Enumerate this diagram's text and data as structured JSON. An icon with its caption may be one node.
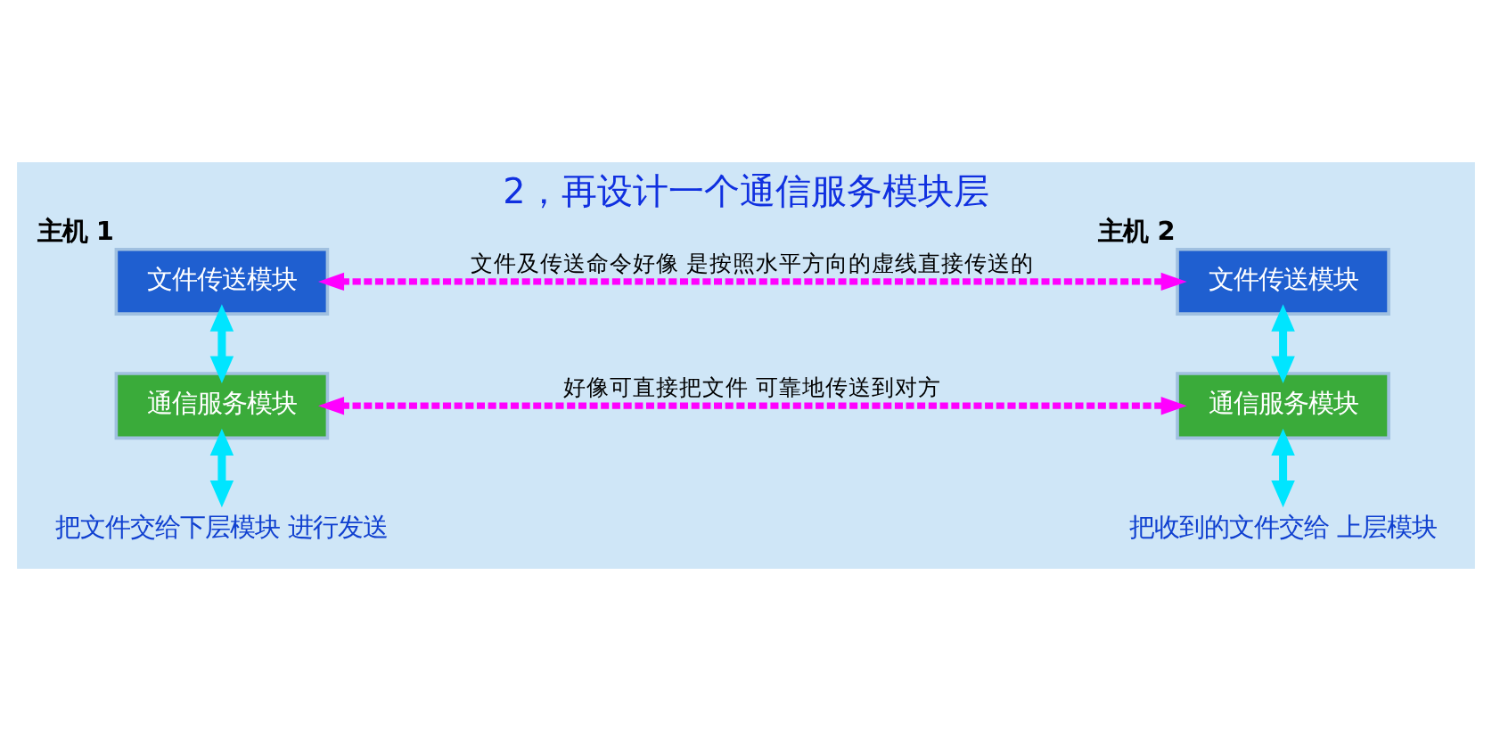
{
  "diagram": {
    "title": "2，再设计一个通信服务模块层",
    "nodes": [
      {
        "text": [
          "文件传送模块"
        ],
        "beside": [
          "主机 1"
        ]
      },
      {
        "text": [
          "通信服务模块"
        ]
      },
      {
        "text": [
          "文件传送模块"
        ],
        "beside": [
          "主机 2"
        ]
      },
      {
        "text": [
          "通信服务模块"
        ]
      },
      {
        "text": [
          "把文件交给下层模块 进行发送"
        ]
      },
      {
        "text": [
          "把收到的文件交给 上层模块"
        ]
      }
    ],
    "edges": [
      {
        "from": 0,
        "to": 1,
        "arrow": "both"
      },
      {
        "from": 0,
        "to": 2,
        "arrow": "both",
        "style": "dashed",
        "color": "#ff00ff",
        "label": "文件及传送命令好像 是按照水平方向的虚线直接传送的"
      },
      {
        "from": 1,
        "to": 3,
        "arrow": "both",
        "style": "dashed",
        "color": "#ff00ff",
        "label": "好像可直接把文件 可靠地传送到对方"
      },
      {
        "from": 1,
        "to": 4,
        "arrow": "both"
      },
      {
        "from": 2,
        "to": 3,
        "arrow": "both"
      },
      {
        "from": 3,
        "to": 5,
        "arrow": "both"
      }
    ]
  }
}
